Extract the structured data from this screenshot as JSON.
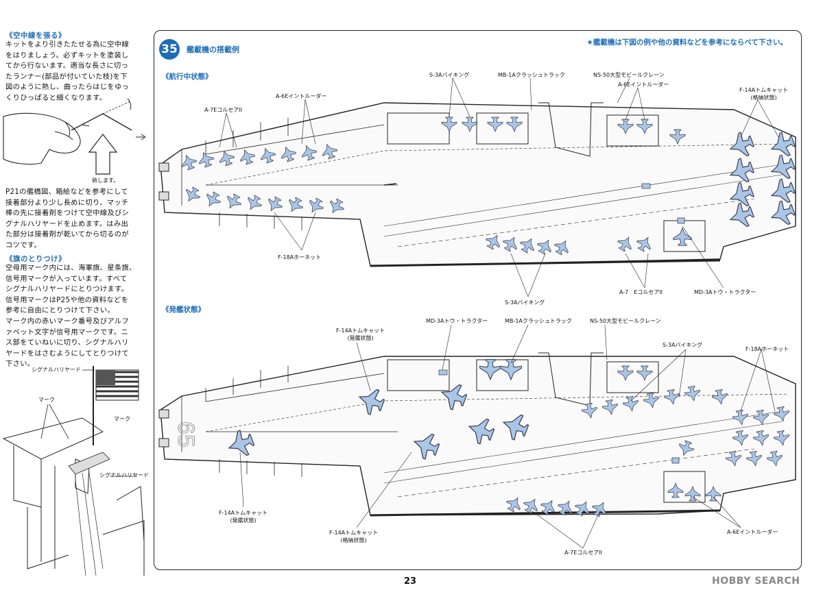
{
  "left_column": {
    "section1_heading": "《空中線を張る》",
    "section1_lines": [
      "キットをより引きたたせる為に空中線",
      "をはりましょう。必ずキットを塗装し",
      "てから行ないます。適当な長さに切っ",
      "たランナー(部品が付いていた枝)を下",
      "図のように熱し、曲ったらはじをゆっ",
      "くりひっぱると細くなります。"
    ],
    "heat_label": "熱します。",
    "section1b_lines": [
      "P21の艦橋図、箱絵などを参考にして",
      "接着部分より少し長めに切り、マッチ",
      "棒の先に接着剤をつけて空中線及びシ",
      "グナルハリヤードを止めます。はみ出",
      "た部分は接着剤が乾いてから切るのが",
      "コツです。"
    ],
    "section2_heading": "《旗のとりつけ》",
    "section2_lines": [
      "空母用マーク内には、海軍旗、星条旗、",
      "信号用マークが入っています。すべて",
      "シグナルハリヤードにとりつけます。",
      "信号用マークはP25や他の資料などを",
      "参考に自由にとりつけて下さい。",
      "マーク内の赤いマーク番号及びアルフ",
      "ァベット文字が信号用マークです。ニ",
      "ス部をていねいに切り、シグナルハリ",
      "ヤードをはさむようにしてとりつけて",
      "下さい。"
    ],
    "flag_labels": {
      "signal_top": "シグナルハリヤード",
      "mark_a": "マーク",
      "mark_b": "マーク",
      "signal_bottom": "シグナルハリヤード"
    }
  },
  "step": {
    "number": "35",
    "title": "艦載機の搭載例",
    "note": "★艦載機は下図の例や他の資料などを参考にならべて下さい。"
  },
  "cruise": {
    "label": "《航行中状態》",
    "callouts": {
      "s3a": "S-3Aバイキング",
      "mb1a": "MB-1Aクラッシュトラック",
      "ns50": "NS-50大型モビールクレーン",
      "a6e_right": "A-6Eイントルーダー",
      "a6e_left": "A-6Eイントルーダー",
      "a7e": "A-7EコルセアII",
      "f14": "F-14Aトムキャット\n(格納状態)",
      "f18": "F-18Aホーネット",
      "a7": "A-7　EコルセアII",
      "md3a": "MD-3Aトウ・トラクター",
      "s3a_bottom": "S-3Aバイキング"
    }
  },
  "launch": {
    "label": "《発艦状態》",
    "hull_number": "65",
    "callouts": {
      "md3a": "MD-3Aトウ・トラクター",
      "mb1a": "MB-1Aクラッシュトラック",
      "ns50": "NS-50大型モビールクレーン",
      "f14_top": "F-14Aトムキャット\n(発艦状態)",
      "s3a": "S-3Aバイキング",
      "f18": "F-18Aホーネット",
      "f14_launch": "F-14Aトムキャット\n(発艦状態)",
      "f14_stowed": "F-14Aトムキャット\n(格納状態)",
      "a7e": "A-7EコルセアII",
      "a6e": "A-6Eイントルーダー"
    }
  },
  "footer": {
    "page_number": "23",
    "watermark": "HOBBY SEARCH"
  },
  "colors": {
    "accent_blue": "#1f6fb8",
    "aircraft_blue": "#a9c6e8",
    "line": "#222222"
  }
}
